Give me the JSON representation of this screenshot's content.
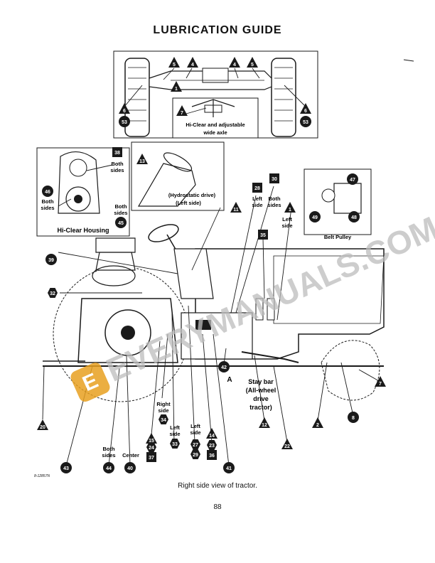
{
  "title": "LUBRICATION GUIDE",
  "caption": "Right side view of tractor.",
  "page_number": "88",
  "figure_ref": "8-12857N",
  "watermark": "EVERYMANUALS.COM",
  "callout_labels": {
    "hi_clear_axle": "Hi-Clear and adjustable",
    "hi_clear_axle_2": "wide axle",
    "hi_clear_housing": "Hi-Clear Housing",
    "both_sides_a": "Both",
    "both_sides_b": "sides",
    "hydrostatic_1": "(Hydrostatic drive)",
    "hydrostatic_2": "(Left side)",
    "left": "Left",
    "side": "side",
    "right": "Right",
    "belt_pulley": "Belt Pulley",
    "stay_bar_1": "Stay bar",
    "stay_bar_2": "(All-wheel",
    "stay_bar_3": "drive",
    "stay_bar_4": "tractor)",
    "center": "Center",
    "point_a": "A"
  },
  "markers": {
    "n1": "1",
    "n2": "2",
    "n4": "4",
    "n5": "5",
    "n6": "6",
    "n7": "7",
    "n8": "8",
    "n11": "11",
    "n12": "12",
    "n13": "13",
    "n14": "14",
    "n15": "15",
    "n20": "20",
    "n22": "22",
    "n23": "23",
    "n24": "24",
    "n27": "27",
    "n28": "28",
    "n29": "29",
    "n30": "30",
    "n32": "32",
    "n33": "33",
    "n34": "34",
    "n35": "35",
    "n36": "36",
    "n37": "37",
    "n38": "38",
    "n39": "39",
    "n40": "40",
    "n41": "41",
    "n42": "42",
    "n43": "43",
    "n44": "44",
    "n45": "45",
    "n46": "46",
    "n47": "47",
    "n48": "48",
    "n49": "49",
    "n53": "53"
  },
  "colors": {
    "ink": "#1a1a1a",
    "watermark": "#c9c9c9",
    "logo": "#e8a020"
  }
}
